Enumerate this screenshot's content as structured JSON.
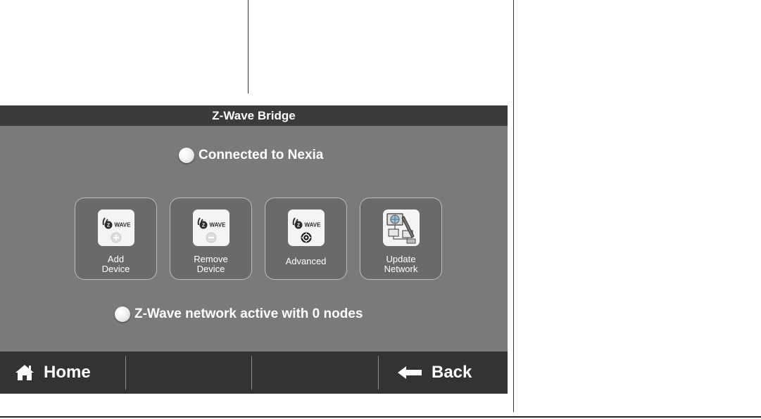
{
  "screen": {
    "title": "Z-Wave Bridge",
    "nexia_status": "Connected to Nexia",
    "network_status": "Z-Wave network active with 0 nodes"
  },
  "tiles": [
    {
      "label": "Add\nDevice",
      "icon": "zwave-add-icon"
    },
    {
      "label": "Remove\nDevice",
      "icon": "zwave-remove-icon"
    },
    {
      "label": "Advanced",
      "icon": "zwave-advanced-icon"
    },
    {
      "label": "Update\nNetwork",
      "icon": "update-network-icon"
    }
  ],
  "navbar": {
    "home_label": "Home",
    "back_label": "Back"
  },
  "icon_text": {
    "zwave_badge": "WAVE"
  },
  "colors": {
    "screen_bg": "#7a7a7a",
    "titlebar_bg": "#3b3b3b",
    "navbar_bg": "#333333"
  }
}
